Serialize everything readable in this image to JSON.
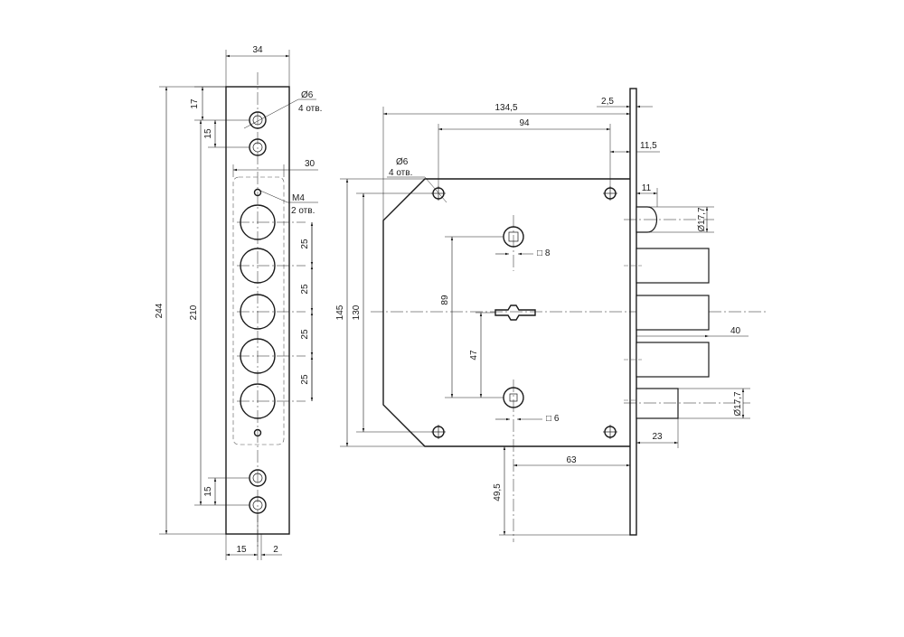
{
  "strike_plate": {
    "width": "34",
    "top_hole_offset": "17",
    "hole_pitch_top": "15",
    "hole_pitch_bottom": "15",
    "hole_label": "Ø6",
    "hole_count": "4 отв.",
    "slot_width": "30",
    "thread_label": "M4",
    "thread_count": "2 отв.",
    "bolt_pitch": [
      "25",
      "25",
      "25",
      "25"
    ],
    "total_height": "244",
    "inner_height": "210",
    "bottom_left": "15",
    "bottom_right": "2"
  },
  "lock_body": {
    "total_width": "134,5",
    "front_thickness": "2,5",
    "hole_spacing": "94",
    "front_offset": "11,5",
    "hole_label": "Ø6",
    "hole_count": "4 отв.",
    "latch_offset": "11",
    "latch_diameter": "Ø17,7",
    "square_top": "□ 8",
    "square_bottom": "□ 6",
    "height_outer": "145",
    "height_inner": "130",
    "spindle_distance": "89",
    "key_distance": "47",
    "bolt_projection": "40",
    "bottom_bolt_diameter": "Ø17,7",
    "bottom_bolt_length": "23",
    "backset": "63",
    "bottom_offset": "49,5"
  }
}
